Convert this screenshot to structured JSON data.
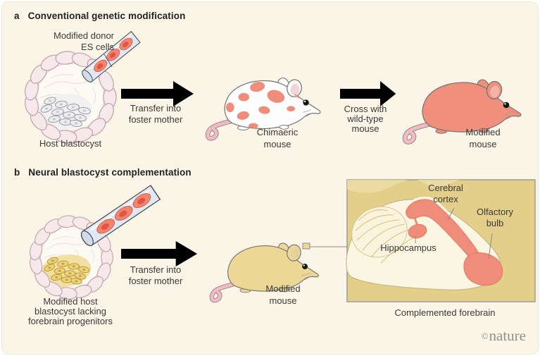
{
  "figure": {
    "panel_a": {
      "index_label": "a",
      "title": "Conventional genetic modification",
      "es_cells_label": "Modified donor\nES cells",
      "blastocyst_label": "Host blastocyst",
      "arrow_label": "Transfer into\nfoster mother",
      "chimaeric_mouse_label": "Chimaeric\nmouse",
      "cross_arrow_label": "Cross with\nwild-type\nmouse",
      "modified_mouse_label": "Modified\nmouse"
    },
    "panel_b": {
      "index_label": "b",
      "title": "Neural blastocyst complementation",
      "blastocyst_label": "Modified host\nblastocyst lacking\nforebrain progenitors",
      "arrow_label": "Transfer into\nfoster mother",
      "modified_mouse_label": "Modified\nmouse",
      "inset": {
        "cerebral_cortex_label": "Cerebral\ncortex",
        "olfactory_bulb_label": "Olfactory\nbulb",
        "hippocampus_label": "Hippocampus",
        "caption": "Complemented forebrain"
      }
    },
    "watermark": {
      "symbol": "©",
      "name": "nature"
    }
  },
  "colors": {
    "background": "#faf5e6",
    "salmon": "#f08d7a",
    "salmon_dark": "#de5742",
    "arrow_blue": "#86b4d4",
    "tan": "#e3cf8a",
    "inset_cream": "#fbf6e2",
    "mouse_white": "#fdfdfd",
    "mouse_salmon": "#f0907c",
    "mouse_tan": "#edd795",
    "tail_pink": "#f3bac3",
    "icm_yellow": "#ecd279",
    "text": "#3a3a3a",
    "watermark_grey": "#90908a"
  }
}
